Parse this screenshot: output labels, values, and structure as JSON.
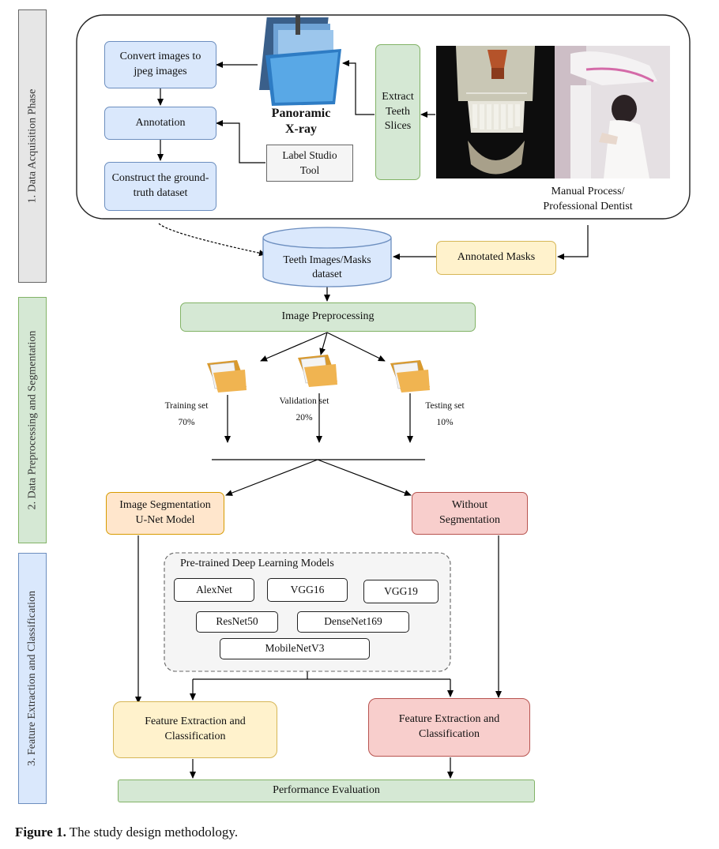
{
  "phases": [
    {
      "label": "1. Data Acquisition Phase",
      "color": "#e6e6e6",
      "border": "#666666"
    },
    {
      "label": "2. Data Preprocessing and Segmentation",
      "color": "#d5e8d4",
      "border": "#82b366"
    },
    {
      "label": "3. Feature Extraction and Classification",
      "color": "#dae8fc",
      "border": "#6c8ebf"
    }
  ],
  "acquisition": {
    "convert": "Convert images to jpeg images",
    "annotation": "Annotation",
    "ground_truth": "Construct the ground-truth dataset",
    "panoramic_line1": "Panoramic",
    "panoramic_line2": "X-ray",
    "label_studio": "Label Studio Tool",
    "extract": "Extract Teeth Slices",
    "manual_line1": "Manual Process/",
    "manual_line2": "Professional Dentist"
  },
  "dataset": {
    "label": "Teeth Images/Masks dataset"
  },
  "annotated_masks": "Annotated Masks",
  "preprocessing": "Image Preprocessing",
  "splits": [
    {
      "name": "Training set",
      "pct": "70%"
    },
    {
      "name": "Validation set",
      "pct": "20%"
    },
    {
      "name": "Testing set",
      "pct": "10%"
    }
  ],
  "segmentation": {
    "line1": "Image Segmentation",
    "line2": "U-Net Model"
  },
  "without_segmentation": {
    "line1": "Without",
    "line2": "Segmentation"
  },
  "models": {
    "title": "Pre-trained Deep Learning Models",
    "items": [
      "AlexNet",
      "VGG16",
      "VGG19",
      "ResNet50",
      "DenseNet169",
      "MobileNetV3"
    ]
  },
  "feature_left": "Feature Extraction and Classification",
  "feature_right": "Feature Extraction and Classification",
  "evaluation": "Performance Evaluation",
  "caption": {
    "bold": "Figure 1.",
    "text": " The study design methodology."
  }
}
